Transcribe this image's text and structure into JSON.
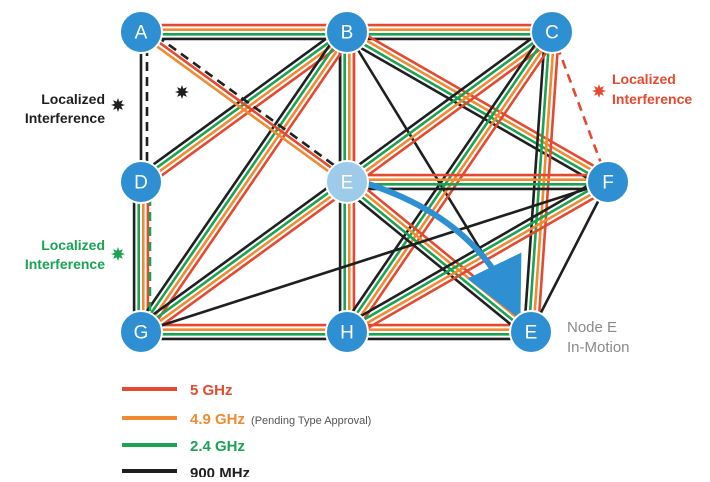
{
  "bands": [
    {
      "id": "b5",
      "label": "5 GHz",
      "color": "#e34a2f"
    },
    {
      "id": "b49",
      "label": "4.9 GHz",
      "note": "(Pending Type Approval)",
      "color": "#f08a33"
    },
    {
      "id": "b24",
      "label": "2.4 GHz",
      "color": "#1aa353"
    },
    {
      "id": "b900",
      "label": "900 MHz",
      "color": "#1f1f1f"
    }
  ],
  "nodes": [
    {
      "id": "A",
      "label": "A"
    },
    {
      "id": "B",
      "label": "B"
    },
    {
      "id": "C",
      "label": "C"
    },
    {
      "id": "D",
      "label": "D"
    },
    {
      "id": "E0",
      "label": "E"
    },
    {
      "id": "F",
      "label": "F"
    },
    {
      "id": "G",
      "label": "G"
    },
    {
      "id": "H",
      "label": "H"
    },
    {
      "id": "E1",
      "label": "E"
    }
  ],
  "annotations": {
    "interference_black": {
      "line1": "Localized",
      "line2": "Interference",
      "color": "#1f1f1f"
    },
    "interference_green": {
      "line1": "Localized",
      "line2": "Interference",
      "color": "#1aa353"
    },
    "interference_red": {
      "line1": "Localized",
      "line2": "Interference",
      "color": "#e34a2f"
    },
    "node_motion": {
      "line1": "Node E",
      "line2": "In-Motion"
    }
  },
  "colors": {
    "node_fill": "#2e8fd3",
    "node_moving_fill": "#9dcbe9",
    "motion_arrow": "#2e8fd3"
  }
}
